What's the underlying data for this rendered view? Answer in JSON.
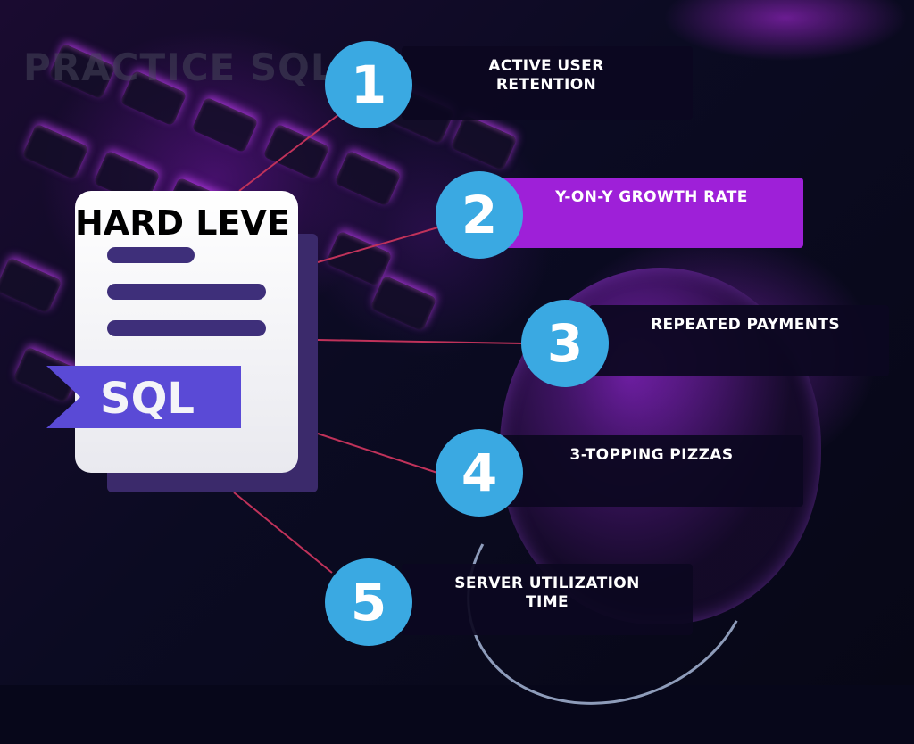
{
  "title": "PRACTICE SQL",
  "level": "HARD LEVE",
  "badge": "SQL",
  "colors": {
    "accent": "#9e20d8",
    "circle": "#3aa9e2",
    "line": "#c0325a",
    "doc": "#3e2f7a"
  },
  "items": [
    {
      "number": "1",
      "label": "ACTIVE USER RETENTION"
    },
    {
      "number": "2",
      "label": "Y-ON-Y GROWTH RATE"
    },
    {
      "number": "3",
      "label": "REPEATED PAYMENTS"
    },
    {
      "number": "4",
      "label": "3-TOPPING PIZZAS"
    },
    {
      "number": "5",
      "label": "SERVER UTILIZATION TIME"
    }
  ]
}
